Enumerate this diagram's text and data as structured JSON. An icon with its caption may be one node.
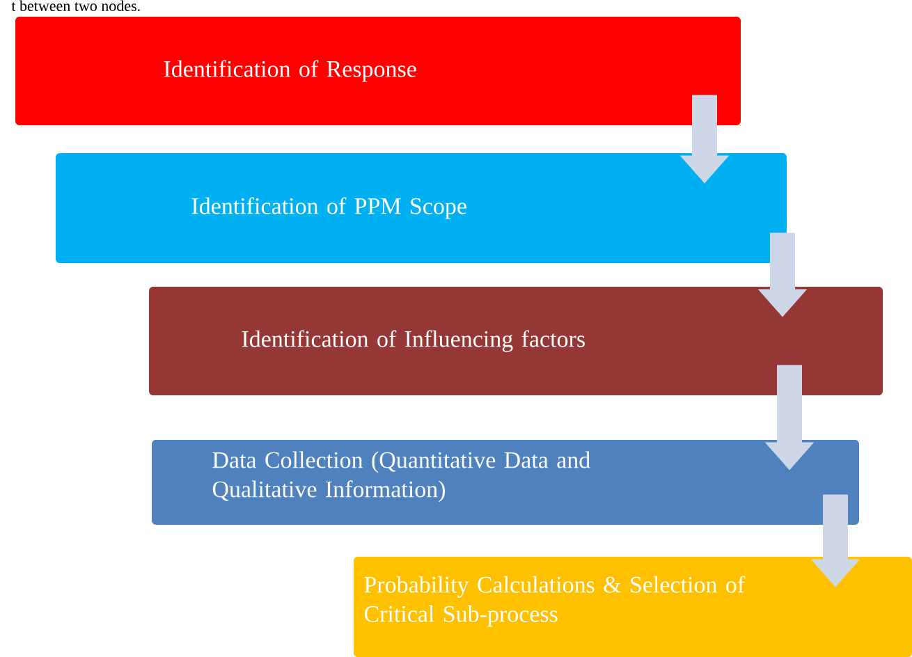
{
  "diagram": {
    "nodes": [
      {
        "text": [
          "Identification of Response"
        ]
      },
      {
        "text": [
          "Identification of PPM Scope"
        ]
      },
      {
        "text": [
          "Identification of Influencing factors"
        ]
      },
      {
        "text": [
          "Data Collection (Quantitative Data and Qualitative Information)"
        ]
      },
      {
        "text": [
          "Probability Calculations & Selection of Critical Sub-process"
        ]
      }
    ],
    "edges": [
      {
        "from": 0,
        "to": 1,
        "arrow": "to"
      },
      {
        "from": 1,
        "to": 2,
        "arrow": "to"
      },
      {
        "from": 2,
        "to": 3,
        "arrow": "to"
      },
      {
        "from": 3,
        "to": 4,
        "arrow": "to"
      }
    ],
    "labels": [
      "t between two nodes."
    ]
  }
}
